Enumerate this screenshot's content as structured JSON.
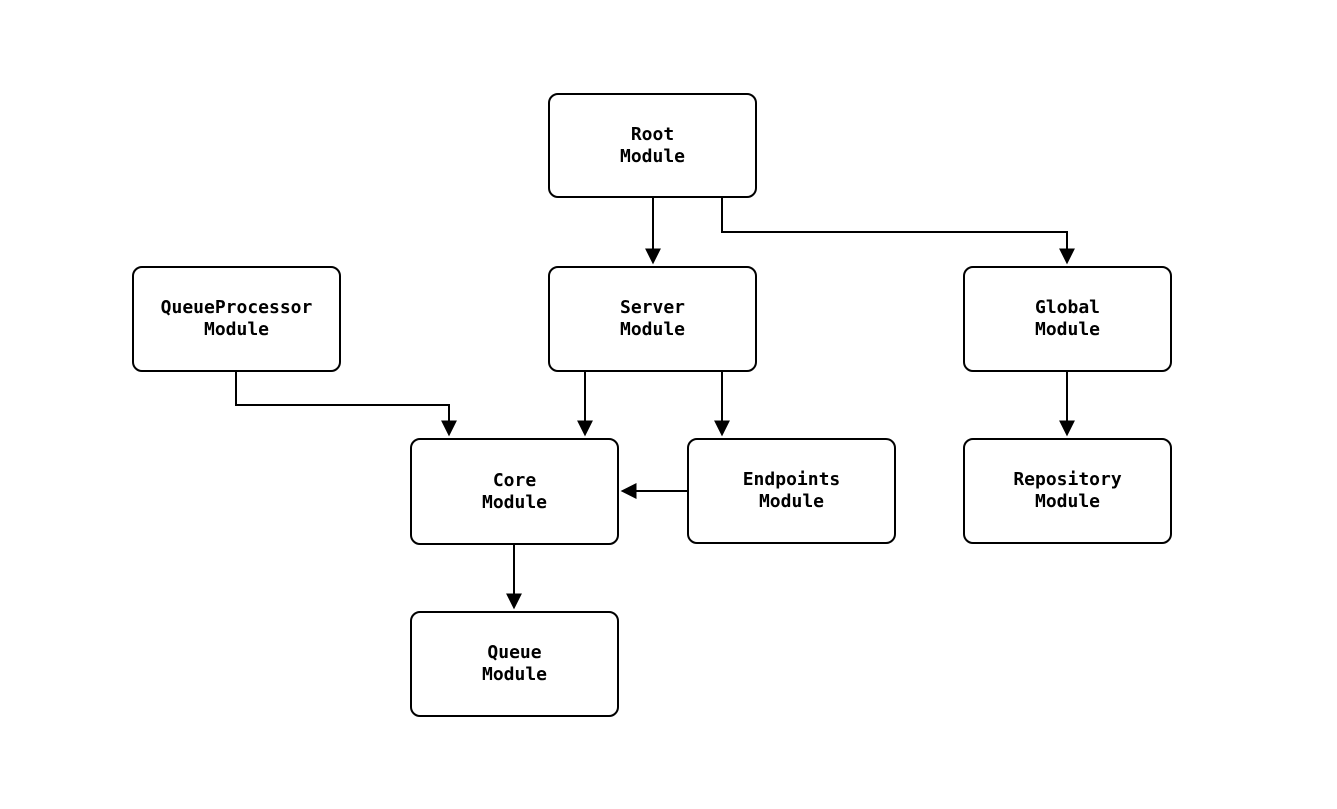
{
  "diagram": {
    "type": "module-dependency-flowchart",
    "background_color": "#ffffff",
    "line_color": "#000000",
    "node_fill_color": "#ffffff",
    "node_border_color": "#000000",
    "nodes": {
      "root": {
        "line1": "Root",
        "line2": "Module"
      },
      "server": {
        "line1": "Server",
        "line2": "Module"
      },
      "queueprocessor": {
        "line1": "QueueProcessor",
        "line2": "Module"
      },
      "global": {
        "line1": "Global",
        "line2": "Module"
      },
      "core": {
        "line1": "Core",
        "line2": "Module"
      },
      "endpoints": {
        "line1": "Endpoints",
        "line2": "Module"
      },
      "repository": {
        "line1": "Repository",
        "line2": "Module"
      },
      "queue": {
        "line1": "Queue",
        "line2": "Module"
      }
    },
    "edges": [
      {
        "from": "Root Module",
        "to": "Server Module"
      },
      {
        "from": "Root Module",
        "to": "Global Module"
      },
      {
        "from": "QueueProcessor Module",
        "to": "Core Module"
      },
      {
        "from": "Server Module",
        "to": "Core Module"
      },
      {
        "from": "Server Module",
        "to": "Endpoints Module"
      },
      {
        "from": "Endpoints Module",
        "to": "Core Module"
      },
      {
        "from": "Global Module",
        "to": "Repository Module"
      },
      {
        "from": "Core Module",
        "to": "Queue Module"
      }
    ]
  }
}
